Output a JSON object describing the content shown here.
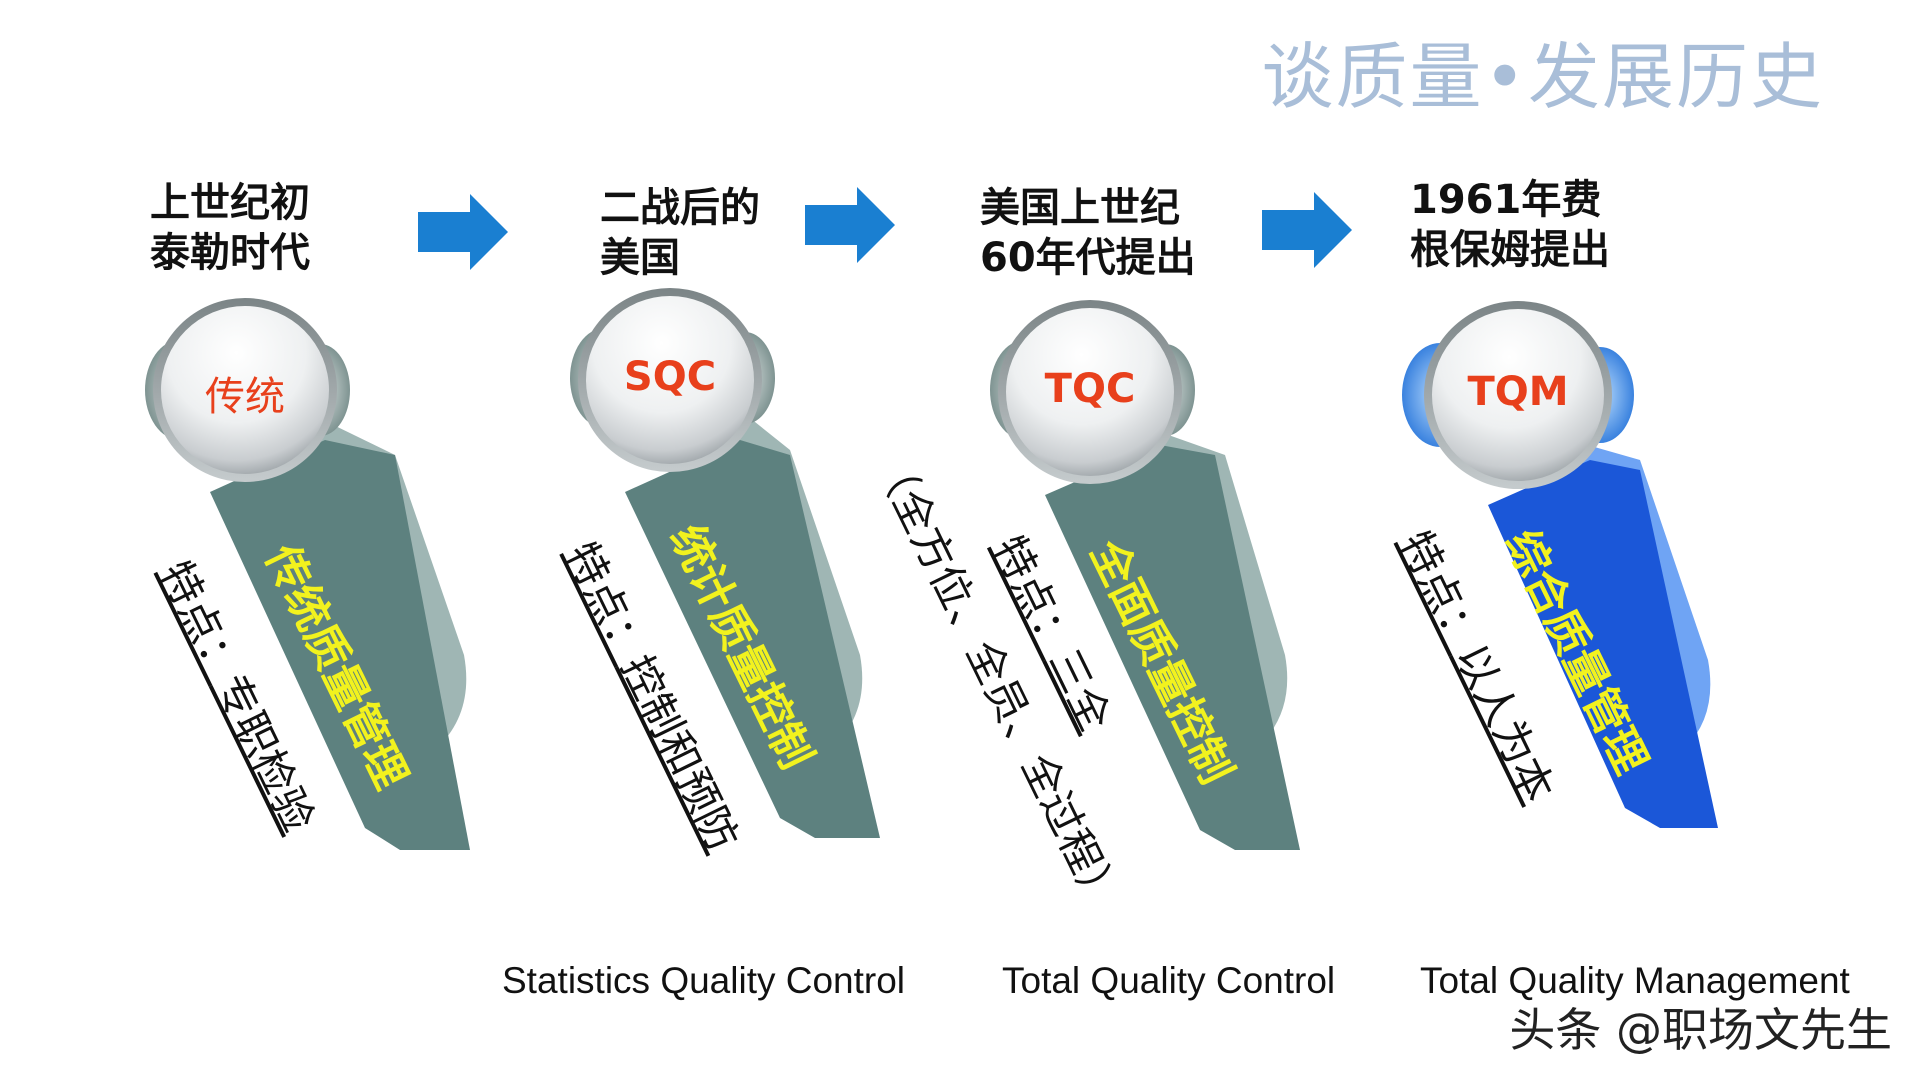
{
  "title": "谈质量•发展历史",
  "stages": [
    {
      "era": [
        "上世纪初",
        "泰勒时代"
      ],
      "abbr": "传统",
      "name": "传统质量管理",
      "feature_prefix": "特点：",
      "feature_value": "专职检验",
      "english": "",
      "note": "",
      "color": "#e8401c",
      "blade": "gray"
    },
    {
      "era": [
        "二战后的",
        "美国"
      ],
      "abbr": "SQC",
      "name": "统计质量控制",
      "feature_prefix": "特点：",
      "feature_value": "控制和预防",
      "english": "Statistics Quality Control",
      "note": "",
      "color": "#e8401c",
      "blade": "gray"
    },
    {
      "era": [
        "美国上世纪",
        "60年代提出"
      ],
      "abbr": "TQC",
      "name": "全面质量控制",
      "feature_prefix": "特点：",
      "feature_value": "三全",
      "english": "Total Quality Control",
      "note": "（全方位、全员、全过程）",
      "color": "#e8401c",
      "blade": "gray"
    },
    {
      "era": [
        "1961年费",
        "根保姆提出"
      ],
      "abbr": "TQM",
      "name": "综合质量管理",
      "feature_prefix": "特点：",
      "feature_value": "以人为本",
      "english": "Total Quality Management",
      "note": "",
      "color": "#e8401c",
      "blade": "blue"
    }
  ],
  "colors": {
    "title": "#a9bed8",
    "arrow": "#1a7fd1",
    "stage_name": "#f2f21e",
    "blade_gray_dark": "#5d817f",
    "blade_gray_light": "#9fb6b4",
    "blade_blue_dark": "#1b57d8",
    "blade_blue_light": "#6fa4f4",
    "knob_label": "#e8401c"
  },
  "icons": [
    "arrow-right-icon"
  ],
  "watermark": "头条 @职场文先生"
}
